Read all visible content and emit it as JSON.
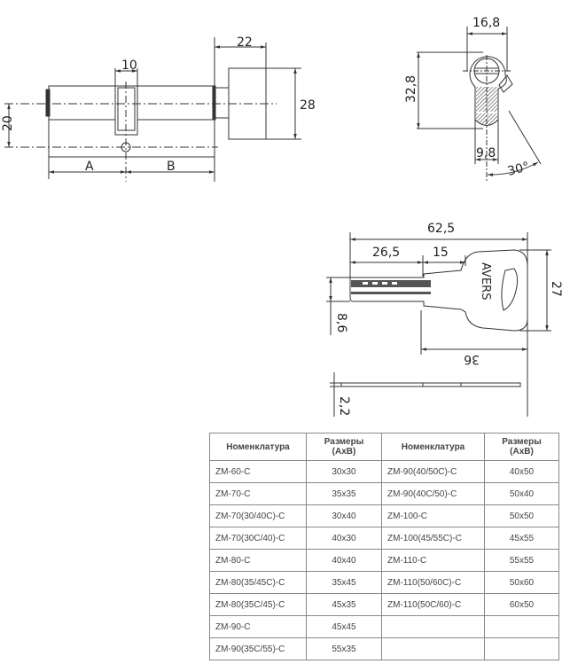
{
  "cylinder_view": {
    "dim_10": "10",
    "dim_22": "22",
    "dim_28": "28",
    "dim_20": "20",
    "dim_a": "A",
    "dim_b": "B"
  },
  "section_view": {
    "dim_16_8": "16,8",
    "dim_32_8": "32,8",
    "dim_9_8": "9,8",
    "angle": "30°"
  },
  "key_view": {
    "brand": "AVERS",
    "dim_62_5": "62,5",
    "dim_26_5": "26,5",
    "dim_15": "15",
    "dim_27": "27",
    "dim_8_6": "8,6",
    "dim_36": "36",
    "dim_2_2": "2,2"
  },
  "table": {
    "headers": [
      "Номенклатура",
      "Размеры (AxB)",
      "Номенклатура",
      "Размеры (AxB)"
    ],
    "rows": [
      [
        "ZM-60-C",
        "30x30",
        "ZM-90(40/50C)-C",
        "40x50"
      ],
      [
        "ZM-70-C",
        "35x35",
        "ZM-90(40C/50)-C",
        "50x40"
      ],
      [
        "ZM-70(30/40C)-C",
        "30x40",
        "ZM-100-C",
        "50x50"
      ],
      [
        "ZM-70(30C/40)-C",
        "40x30",
        "ZM-100(45/55C)-C",
        "45x55"
      ],
      [
        "ZM-80-C",
        "40x40",
        "ZM-110-C",
        "55x55"
      ],
      [
        "ZM-80(35/45C)-C",
        "35x45",
        "ZM-110(50/60C)-C",
        "50x60"
      ],
      [
        "ZM-80(35C/45)-C",
        "45x35",
        "ZM-110(50C/60)-C",
        "60x50"
      ],
      [
        "ZM-90-C",
        "45x45",
        "",
        ""
      ],
      [
        "ZM-90(35C/55)-C",
        "55x35",
        "",
        ""
      ]
    ]
  }
}
